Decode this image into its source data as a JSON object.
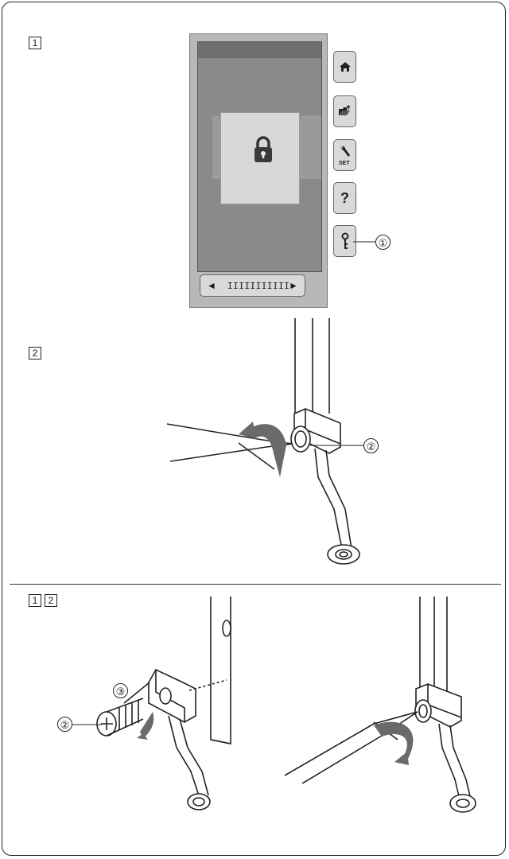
{
  "steps": {
    "step1": "1",
    "step2": "2",
    "step12_a": "1",
    "step12_b": "2"
  },
  "callouts": {
    "lock_key_button": "①",
    "screw_top": "②",
    "screw_bottom": "②",
    "foot_holder": "③"
  },
  "screen": {
    "side_buttons": [
      "home-icon",
      "folder-import-icon",
      "wrench-set-icon",
      "help-icon",
      "key-lock-icon"
    ],
    "set_label": "SET",
    "help_label": "?",
    "nav": {
      "left": "◄",
      "right": "►",
      "ticks": "IIIIIIIIIII"
    }
  }
}
